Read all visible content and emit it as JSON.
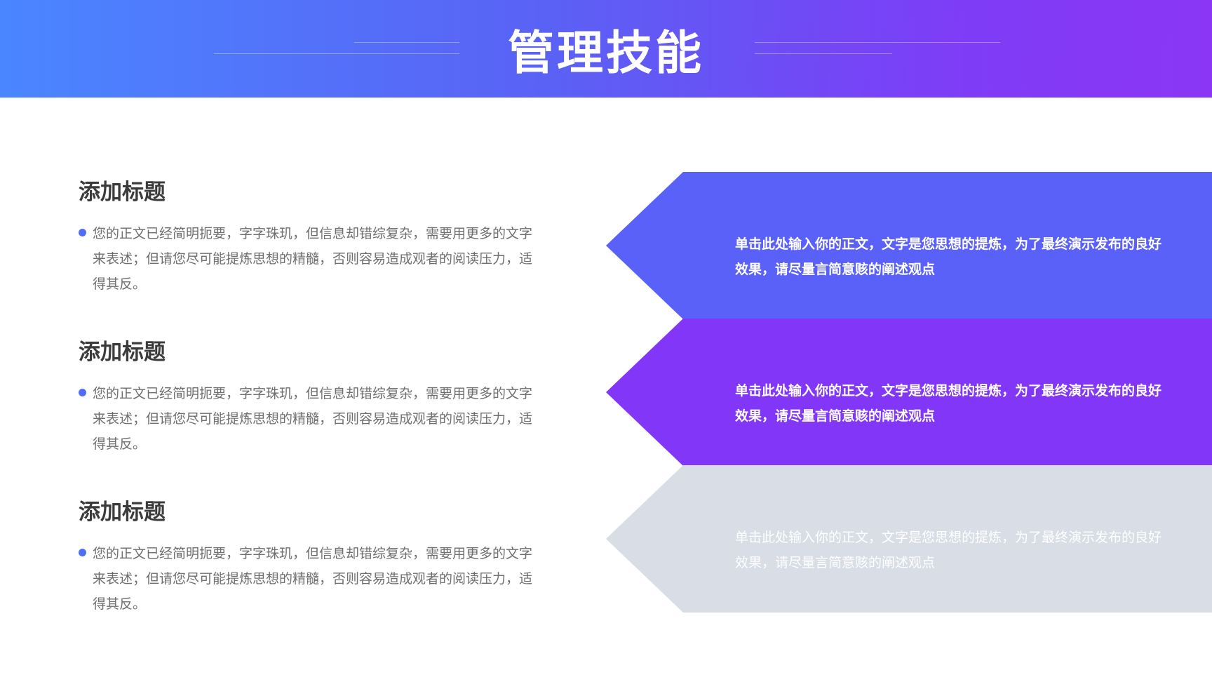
{
  "header": {
    "title": "管理技能",
    "gradient_start": "#4a86ff",
    "gradient_end": "#8a34f2"
  },
  "sections": [
    {
      "title": "添加标题",
      "body": "您的正文已经简明扼要，字字珠玑，但信息却错综复杂，需要用更多的文字来表述；但请您尽可能提炼思想的精髓，否则容易造成观者的阅读压力，适得其反。"
    },
    {
      "title": "添加标题",
      "body": "您的正文已经简明扼要，字字珠玑，但信息却错综复杂，需要用更多的文字来表述；但请您尽可能提炼思想的精髓，否则容易造成观者的阅读压力，适得其反。"
    },
    {
      "title": "添加标题",
      "body": "您的正文已经简明扼要，字字珠玑，但信息却错综复杂，需要用更多的文字来表述；但请您尽可能提炼思想的精髓，否则容易造成观者的阅读压力，适得其反。"
    }
  ],
  "arrows": [
    {
      "text": "单击此处输入你的正文，文字是您思想的提炼，为了最终演示发布的良好效果，请尽量言简意赅的阐述观点",
      "color": "#5a61f8"
    },
    {
      "text": "单击此处输入你的正文，文字是您思想的提炼，为了最终演示发布的良好效果，请尽量言简意赅的阐述观点",
      "color": "#8236f7"
    },
    {
      "text": "单击此处输入你的正文，文字是您思想的提炼，为了最终演示发布的良好效果，请尽量言简意赅的阐述观点",
      "color": "#d8dde6"
    }
  ],
  "bullet_color": "#4f6df7"
}
